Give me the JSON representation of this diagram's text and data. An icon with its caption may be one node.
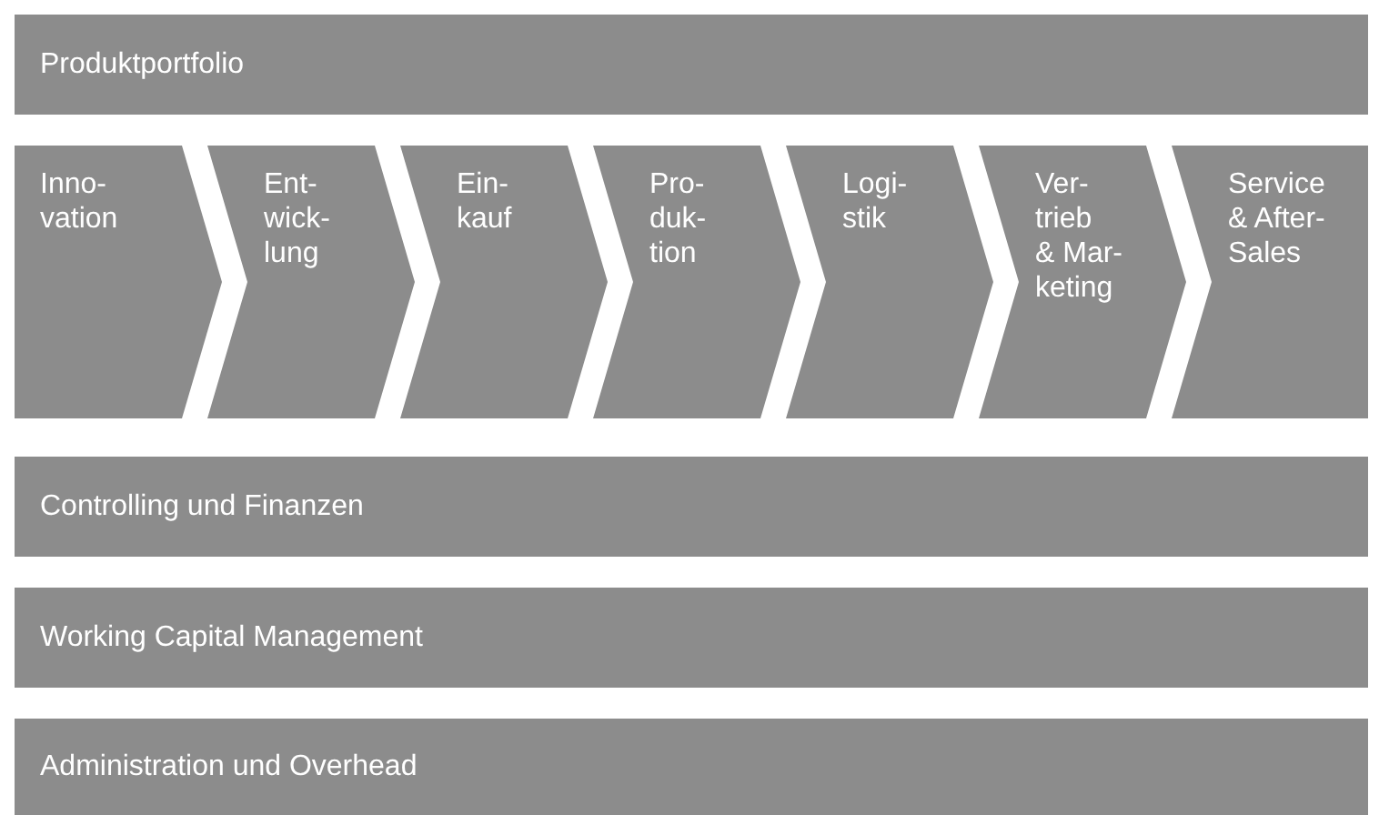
{
  "diagram": {
    "nodes": [
      {
        "text": [
          "Produktportfolio"
        ]
      },
      {
        "text": [
          "Inno- vation"
        ]
      },
      {
        "text": [
          "Ent- wick- lung"
        ]
      },
      {
        "text": [
          "Ein- kauf"
        ]
      },
      {
        "text": [
          "Pro- duk- tion"
        ]
      },
      {
        "text": [
          "Logi- stik"
        ]
      },
      {
        "text": [
          "Ver- trieb & Mar- keting"
        ]
      },
      {
        "text": [
          "Service & After- Sales"
        ]
      },
      {
        "text": [
          "Controlling und Finanzen"
        ]
      },
      {
        "text": [
          "Working Capital Management"
        ]
      },
      {
        "text": [
          "Administration und Overhead"
        ]
      }
    ]
  }
}
